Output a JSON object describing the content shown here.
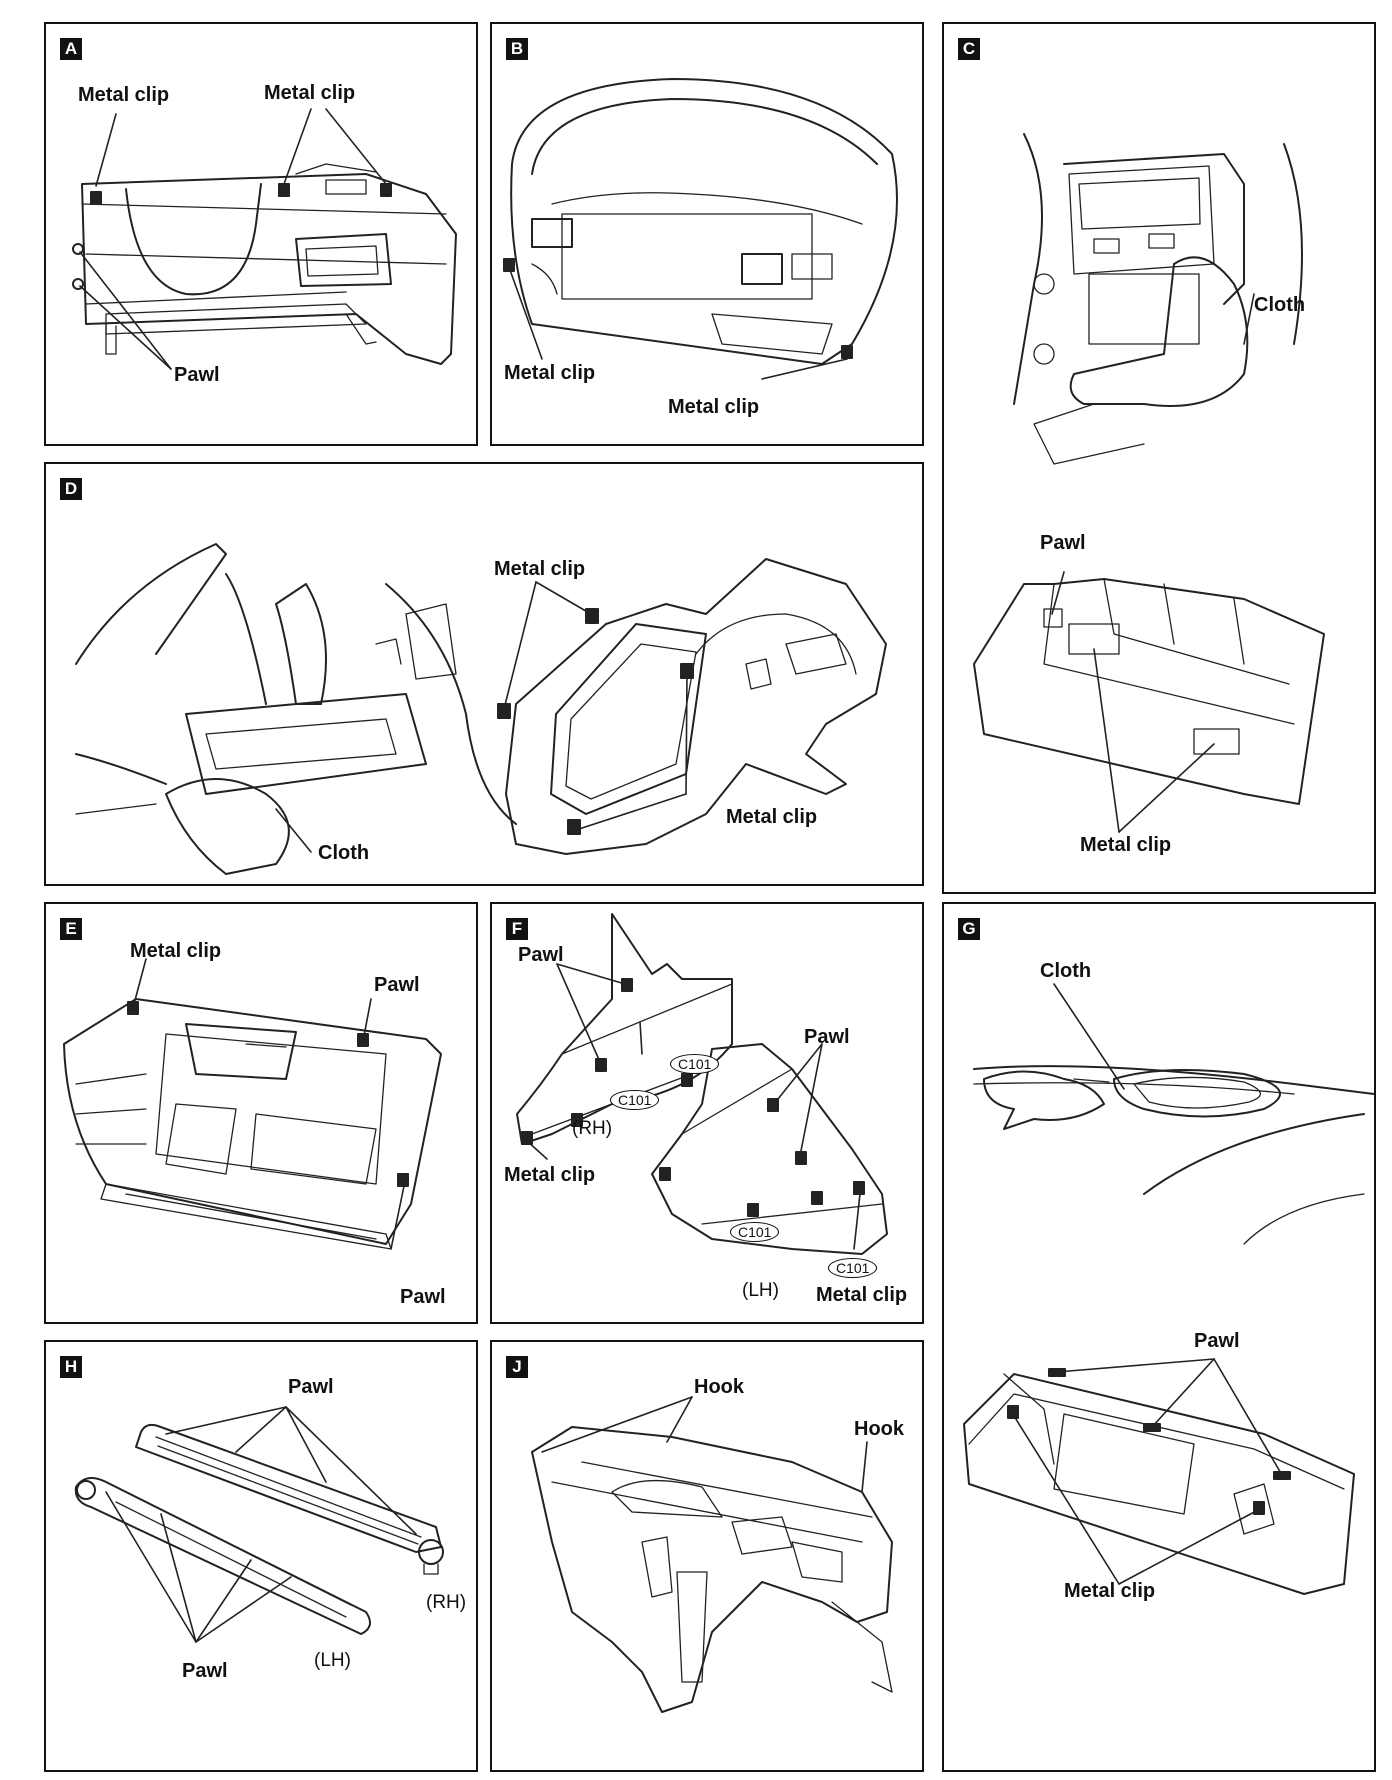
{
  "panels": {
    "A": {
      "tag": "A",
      "labels": {
        "metal_clip_1": "Metal clip",
        "metal_clip_2": "Metal clip",
        "pawl": "Pawl"
      }
    },
    "B": {
      "tag": "B",
      "labels": {
        "metal_clip_1": "Metal clip",
        "metal_clip_2": "Metal clip"
      }
    },
    "C": {
      "tag": "C",
      "labels": {
        "cloth": "Cloth",
        "pawl": "Pawl",
        "metal_clip": "Metal clip"
      }
    },
    "D": {
      "tag": "D",
      "labels": {
        "cloth": "Cloth",
        "metal_clip_1": "Metal clip",
        "metal_clip_2": "Metal clip"
      }
    },
    "E": {
      "tag": "E",
      "labels": {
        "metal_clip": "Metal clip",
        "pawl_1": "Pawl",
        "pawl_2": "Pawl"
      }
    },
    "F": {
      "tag": "F",
      "labels": {
        "pawl_1": "Pawl",
        "pawl_2": "Pawl",
        "metal_clip_1": "Metal clip",
        "metal_clip_2": "Metal clip",
        "rh": "(RH)",
        "lh": "(LH)",
        "c101": "C101"
      }
    },
    "G": {
      "tag": "G",
      "labels": {
        "cloth": "Cloth",
        "pawl": "Pawl",
        "metal_clip": "Metal clip"
      }
    },
    "H": {
      "tag": "H",
      "labels": {
        "pawl_1": "Pawl",
        "pawl_2": "Pawl",
        "rh": "(RH)",
        "lh": "(LH)"
      }
    },
    "J": {
      "tag": "J",
      "labels": {
        "hook_1": "Hook",
        "hook_2": "Hook"
      }
    }
  }
}
